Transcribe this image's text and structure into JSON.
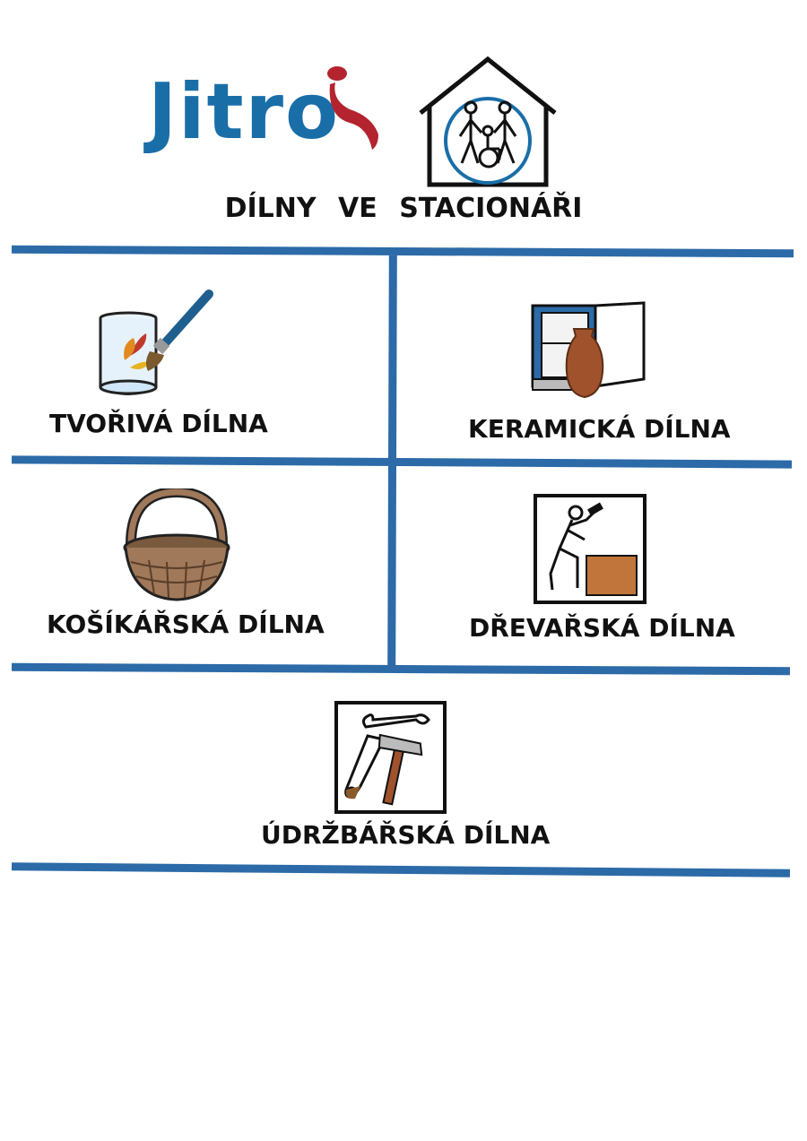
{
  "header": {
    "logo_text": "Jitro",
    "subtitle": "DÍLNY VE STACIONÁŘI",
    "logo_house_icon": "house-with-people-icon"
  },
  "workshops": [
    {
      "label": "TVOŘIVÁ DÍLNA",
      "icon": "glass-paint-brush-icon"
    },
    {
      "label": "KERAMICKÁ DÍLNA",
      "icon": "kiln-vase-icon"
    },
    {
      "label": "KOŠÍKÁŘSKÁ DÍLNA",
      "icon": "basket-icon"
    },
    {
      "label": "DŘEVAŘSKÁ DÍLNA",
      "icon": "woodworker-icon"
    },
    {
      "label": "ÚDRŽBÁŘSKÁ DÍLNA",
      "icon": "tools-icon"
    }
  ],
  "colors": {
    "grid_line": "#2c6aa8",
    "logo_blue": "#1a6ea8",
    "logo_red": "#b3242e"
  }
}
